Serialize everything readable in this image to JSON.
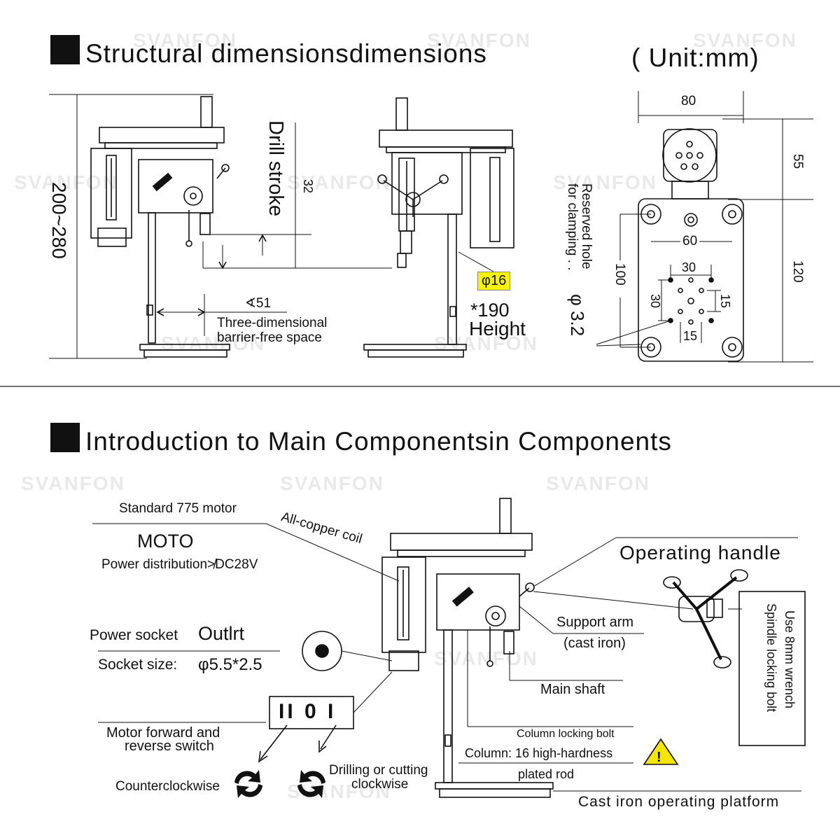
{
  "section1": {
    "title": "Structural dimensionsdimensions",
    "unit": "( Unit:mm)"
  },
  "watermark": "SVANFON",
  "left_view": {
    "height_range": "200~280",
    "drill_stroke": "Drill stroke",
    "stroke_value": "32",
    "space_value": "∢51",
    "space_label_1": "Three-dimensional",
    "space_label_2": "barrier-free space"
  },
  "front_view": {
    "column_dia": "φ16",
    "height_value": "*190",
    "height_label": "Height"
  },
  "top_view": {
    "width_80": "80",
    "depth_55": "55",
    "depth_120": "120",
    "hole_spacing_60": "60",
    "hole_spacing_100": "100",
    "grid_30_h": "30",
    "grid_30_v": "30",
    "grid_15_h": "15",
    "grid_15_v": "15",
    "reserved_1": "Reserved hole",
    "reserved_2": "for clamping . .",
    "hole_dia": "φ 3.2"
  },
  "section2": {
    "title": "Introduction to Main Componentsin Components"
  },
  "components": {
    "motor": "Standard 775 motor",
    "coil": "All-copper coil",
    "moto": "MOTO",
    "power_dist": "Power distribution≯DC28V",
    "power_socket": "Power socket",
    "outlet": "Outlrt",
    "socket_size_label": "Socket size:",
    "socket_size_value": "φ5.5*2.5",
    "switch_label": "II 0 I",
    "switch_line1": "Motor forward  and",
    "switch_line2": "reverse switch",
    "ccw": "Counterclockwise",
    "cw_1": "Drilling or cutting",
    "cw_2": "clockwise",
    "handle": "Operating handle",
    "support_1": "Support arm",
    "support_2": "(cast iron)",
    "shaft": "Main shaft",
    "column_bolt": "Column locking bolt",
    "column_1": "Column:   16 high-hardness",
    "column_2": "plated rod",
    "platform": "Cast iron operating platform",
    "wrench_1": "Use 8mm wrench",
    "wrench_2": "Spindle locking bolt"
  }
}
